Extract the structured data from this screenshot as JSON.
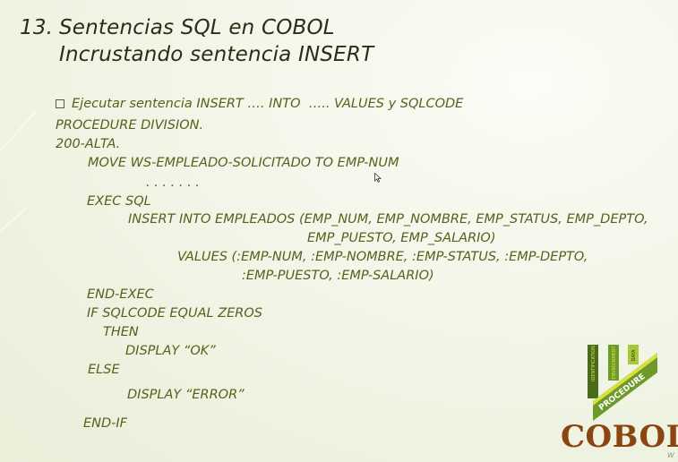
{
  "slide": {
    "number": "13.",
    "title_line1": "Sentencias SQL en COBOL",
    "title_line2": "Incrustando sentencia INSERT"
  },
  "bullet": "Ejecutar sentencia INSERT …. INTO  ….. VALUES y SQLCODE",
  "code": {
    "procedure": "PROCEDURE DIVISION.",
    "paragraph": "200-ALTA.",
    "move": "MOVE WS-EMPLEADO-SOLICITADO TO EMP-NUM",
    "dots": ". . . . . . .",
    "exec_sql": "EXEC SQL",
    "insert_1": "INSERT INTO EMPLEADOS (EMP_NUM, EMP_NOMBRE, EMP_STATUS, EMP_DEPTO,",
    "insert_2": "EMP_PUESTO, EMP_SALARIO)",
    "values_1": "VALUES (:EMP-NUM, :EMP-NOMBRE, :EMP-STATUS, :EMP-DEPTO,",
    "values_2": ":EMP-PUESTO, :EMP-SALARIO)",
    "end_exec": "END-EXEC",
    "if": "IF SQLCODE EQUAL ZEROS",
    "then": "THEN",
    "display_ok": "DISPLAY “OK”",
    "else": "ELSE",
    "display_error": "DISPLAY “ERROR”",
    "end_if": "END-IF"
  },
  "logo": {
    "text": "COBOL",
    "sub": "w",
    "bars": [
      "IDENTIFICATION",
      "ENVIRONMENT",
      "DATA"
    ],
    "band": "PROCEDURE",
    "colors": {
      "dark_green": "#4a6b1c",
      "mid_green": "#6e9a2a",
      "light_green": "#a8c83a",
      "yellow": "#d8e040",
      "brown": "#8b4513"
    }
  },
  "colors": {
    "title": "#2a2e14",
    "code": "#55611c"
  }
}
